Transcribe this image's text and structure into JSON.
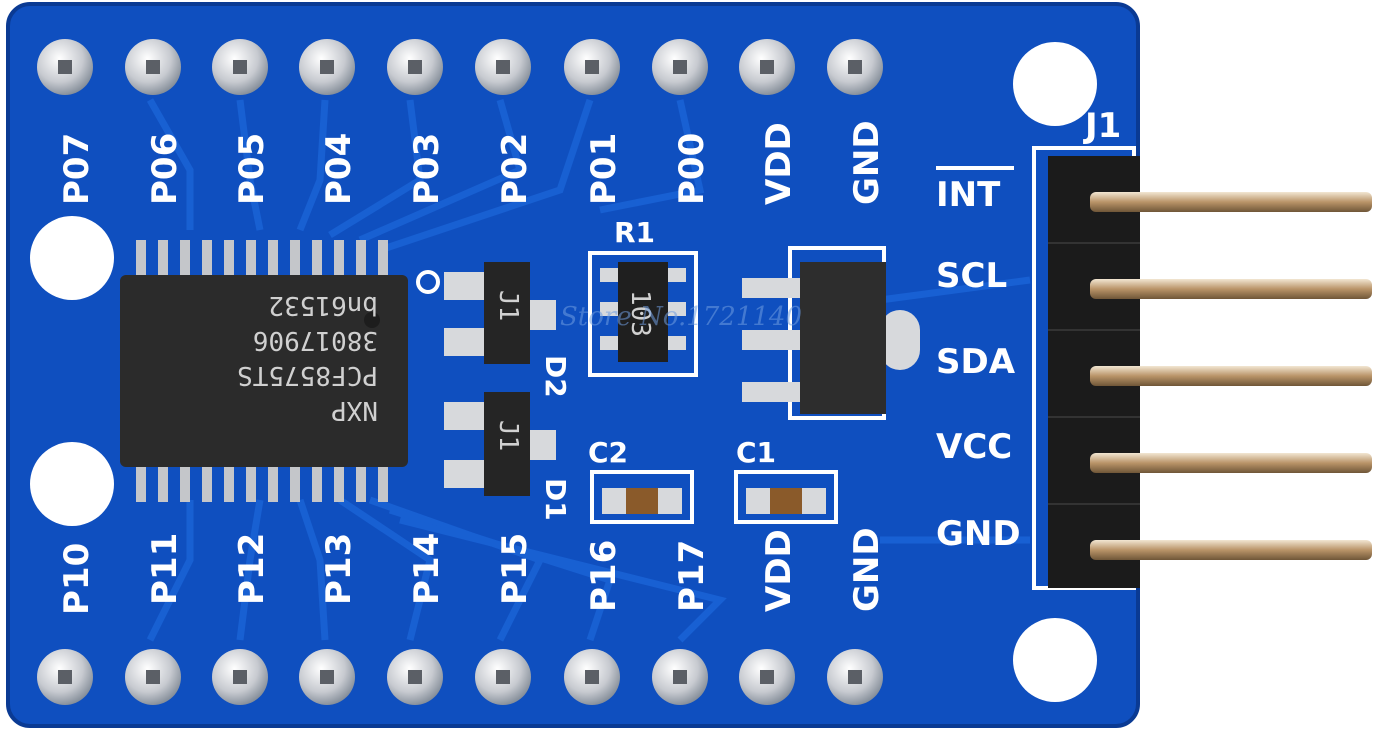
{
  "board": {
    "top_pins": [
      "P07",
      "P06",
      "P05",
      "P04",
      "P03",
      "P02",
      "P01",
      "P00",
      "VDD",
      "GND"
    ],
    "bottom_pins": [
      "P10",
      "P11",
      "P12",
      "P13",
      "P14",
      "P15",
      "P16",
      "P17",
      "VDD",
      "GND"
    ],
    "header": {
      "designator": "J1",
      "pins": [
        "INT",
        "SCL",
        "SDA",
        "VCC",
        "GND"
      ]
    },
    "components": {
      "r1": "R1",
      "r1_code": "103",
      "c2": "C2",
      "c1": "C1",
      "d2": "D2",
      "d1": "D1"
    },
    "chip": {
      "line1": "NXP",
      "line2": "PCF8575TS",
      "line3": "38017906",
      "line4": "bn61532",
      "marking": "J1"
    },
    "watermark": "Store No.1721140",
    "colors": {
      "pcb": "#0f4fbf",
      "pcb_dark": "#0a3a93",
      "silkscreen": "#ffffff",
      "pin_metal": "#c9a77a",
      "ic_body": "#2b2b2b"
    }
  }
}
